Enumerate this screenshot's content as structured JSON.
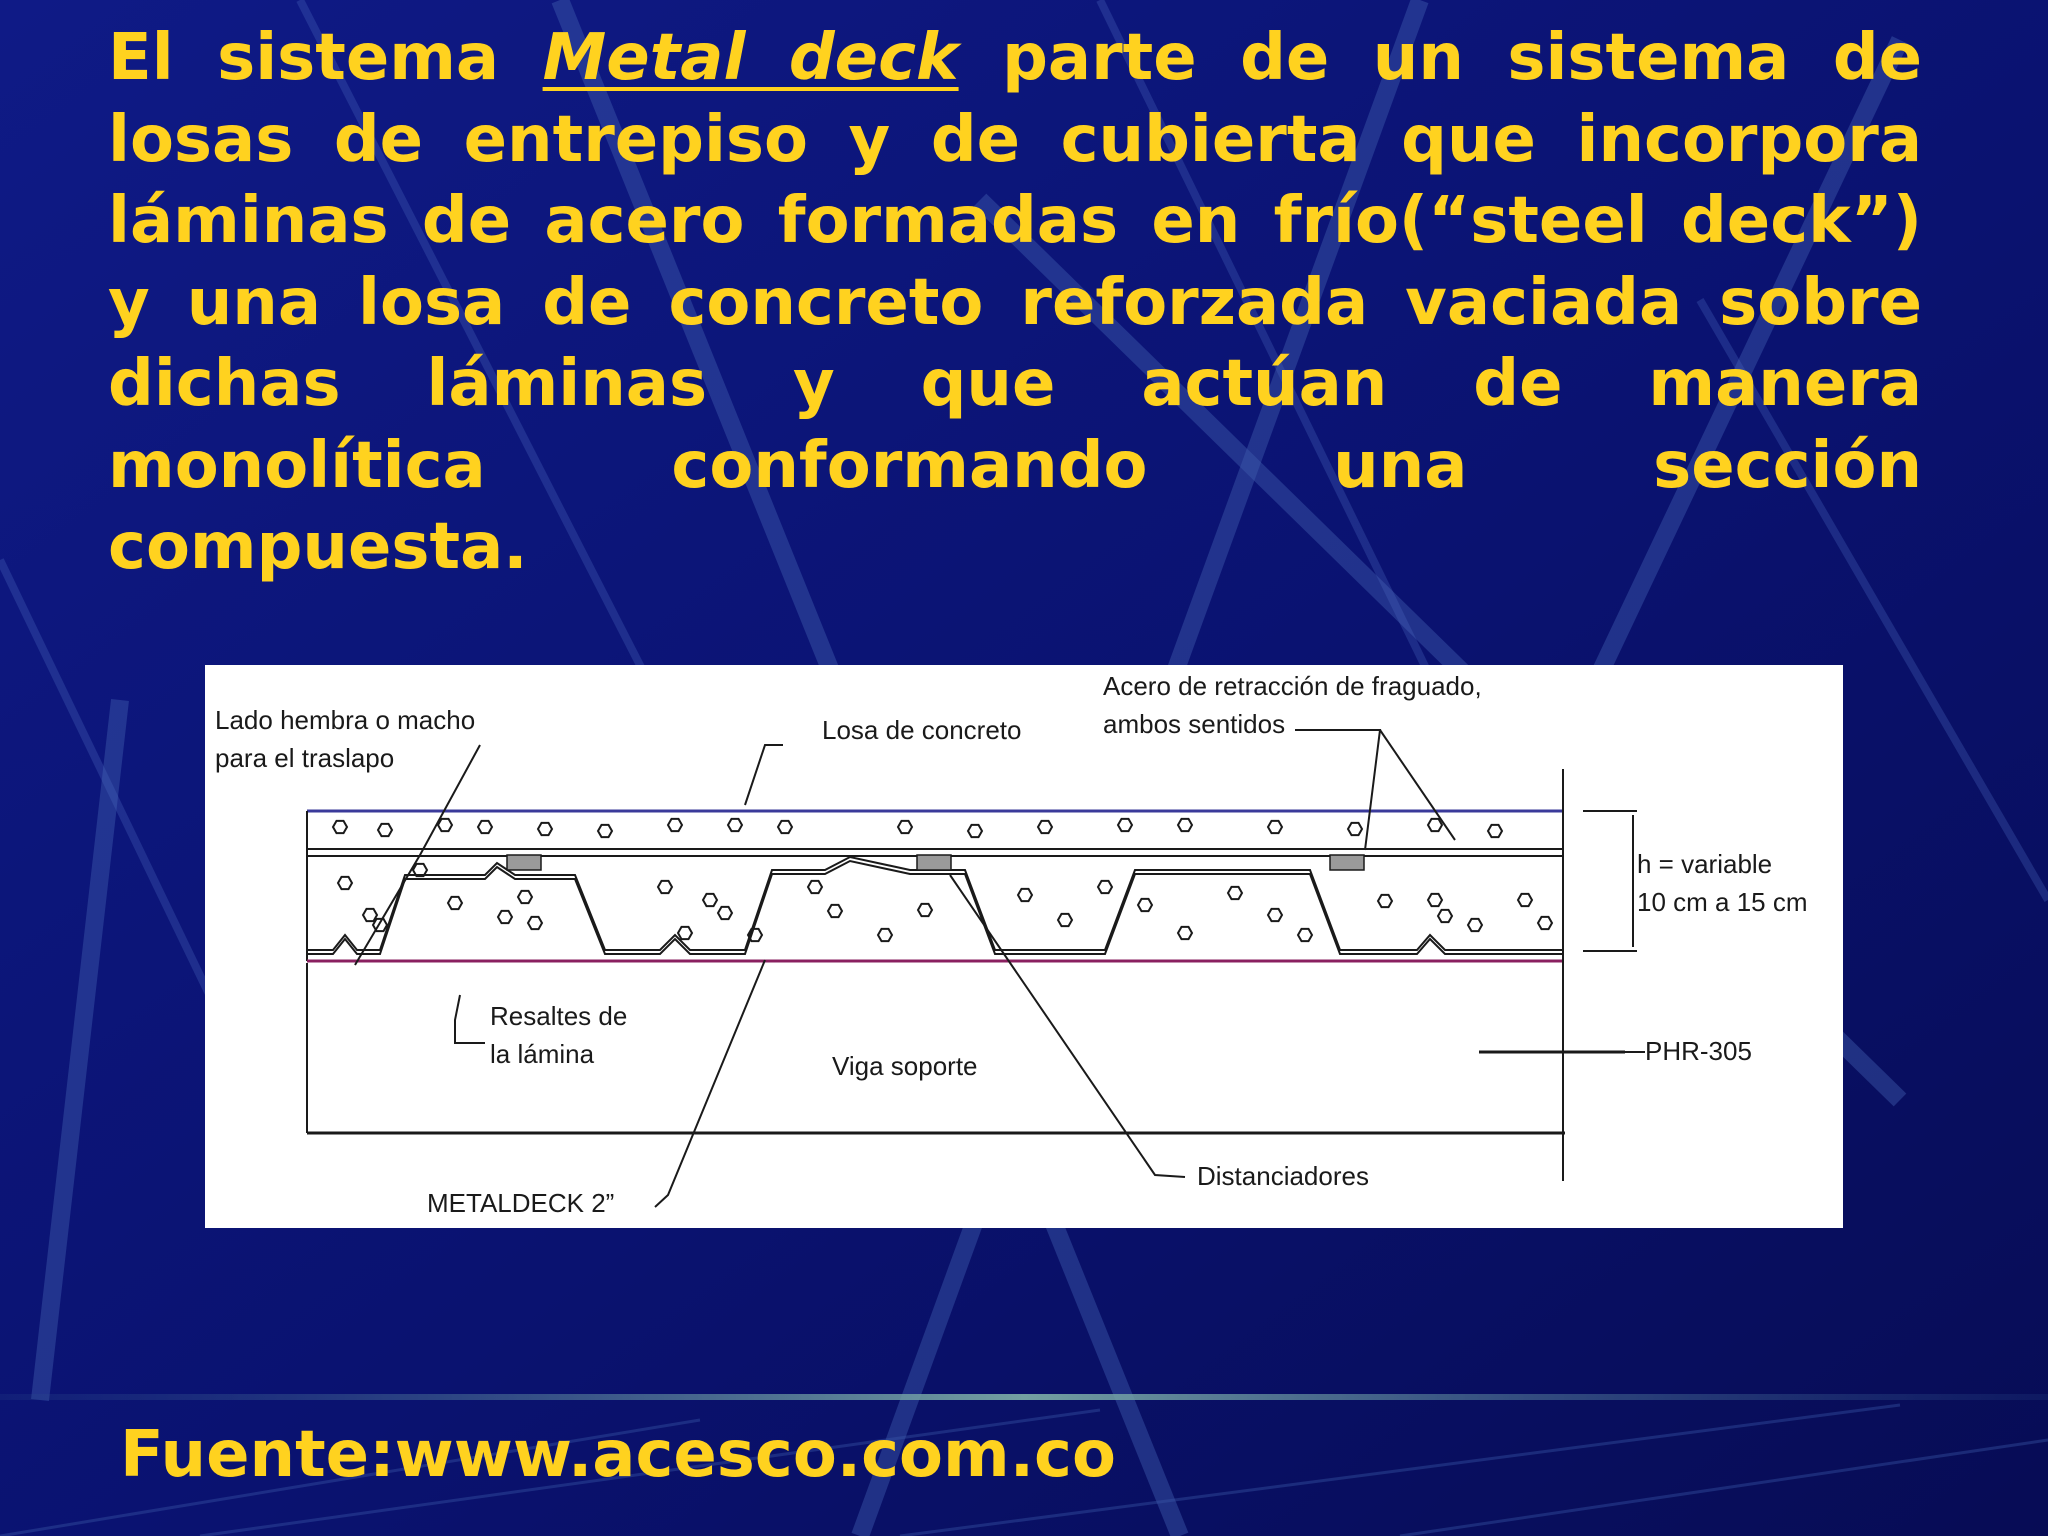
{
  "colors": {
    "background": "#0b1170",
    "text": "#ffd21f",
    "panel": "#ffffff"
  },
  "paragraph": {
    "l1_before": "El sistema",
    "l1_em": "Metal deck",
    "l1_after": "parte de un sistema de",
    "l2": "losas de entrepiso y de cubierta que incorpora",
    "l3": "láminas de acero formadas en frío(“steel deck”)",
    "l4": "y una losa de concreto reforzada vaciada sobre",
    "l5": "dichas láminas y que actúan de manera",
    "l6": "monolítica conformando una sección",
    "l7": "compuesta."
  },
  "diagram": {
    "lado_1": "Lado hembra o macho",
    "lado_2": "para el traslapo",
    "losa": "Losa de concreto",
    "acero_1": "Acero de retracción de fraguado,",
    "acero_2": "ambos sentidos",
    "h_1": "h = variable",
    "h_2": "10 cm a 15 cm",
    "resaltes_1": "Resaltes de",
    "resaltes_2": "la lámina",
    "viga": "Viga soporte",
    "phr": "PHR-305",
    "distanciadores": "Distanciadores",
    "metaldeck": "METALDECK 2”"
  },
  "footer": {
    "source": "Fuente:www.acesco.com.co"
  }
}
